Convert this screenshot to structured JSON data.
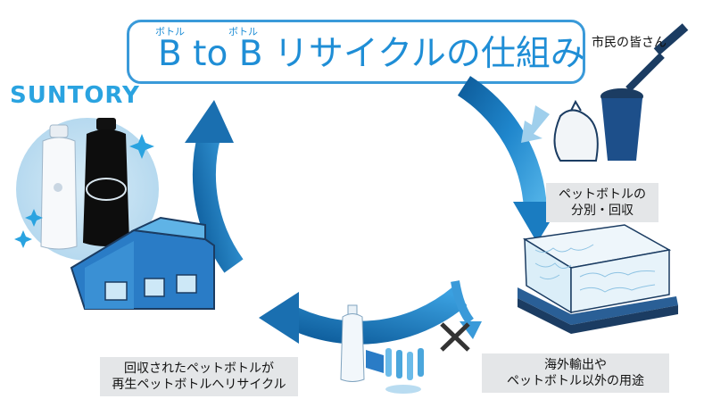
{
  "title": {
    "main": "B to B リサイクルの仕組み",
    "ruby_left": "ボトル",
    "ruby_right": "ボトル"
  },
  "brand": "SUNTORY",
  "labels": {
    "citizens": "市民の皆さん",
    "sorting_line1": "ペットボトルの",
    "sorting_line2": "分別・回収",
    "overseas_line1": "海外輸出や",
    "overseas_line2": "ペットボトル以外の用途",
    "recycle_line1": "回収されたペットボトルが",
    "recycle_line2": "再生ペットボトルへリサイクル"
  },
  "colors": {
    "title_blue": "#1f8ed6",
    "brand_blue": "#2aa3e0",
    "arrow_blue": "#1a7cc1",
    "label_bg": "#e4e6e8"
  },
  "icons": [
    "cycle-arrow-icon",
    "trash-bin-icon",
    "trash-bag-icon",
    "bottle-bale-icon",
    "factory-icon",
    "bottle-icon",
    "preform-icon",
    "cross-mark-icon",
    "sparkle-icon"
  ]
}
